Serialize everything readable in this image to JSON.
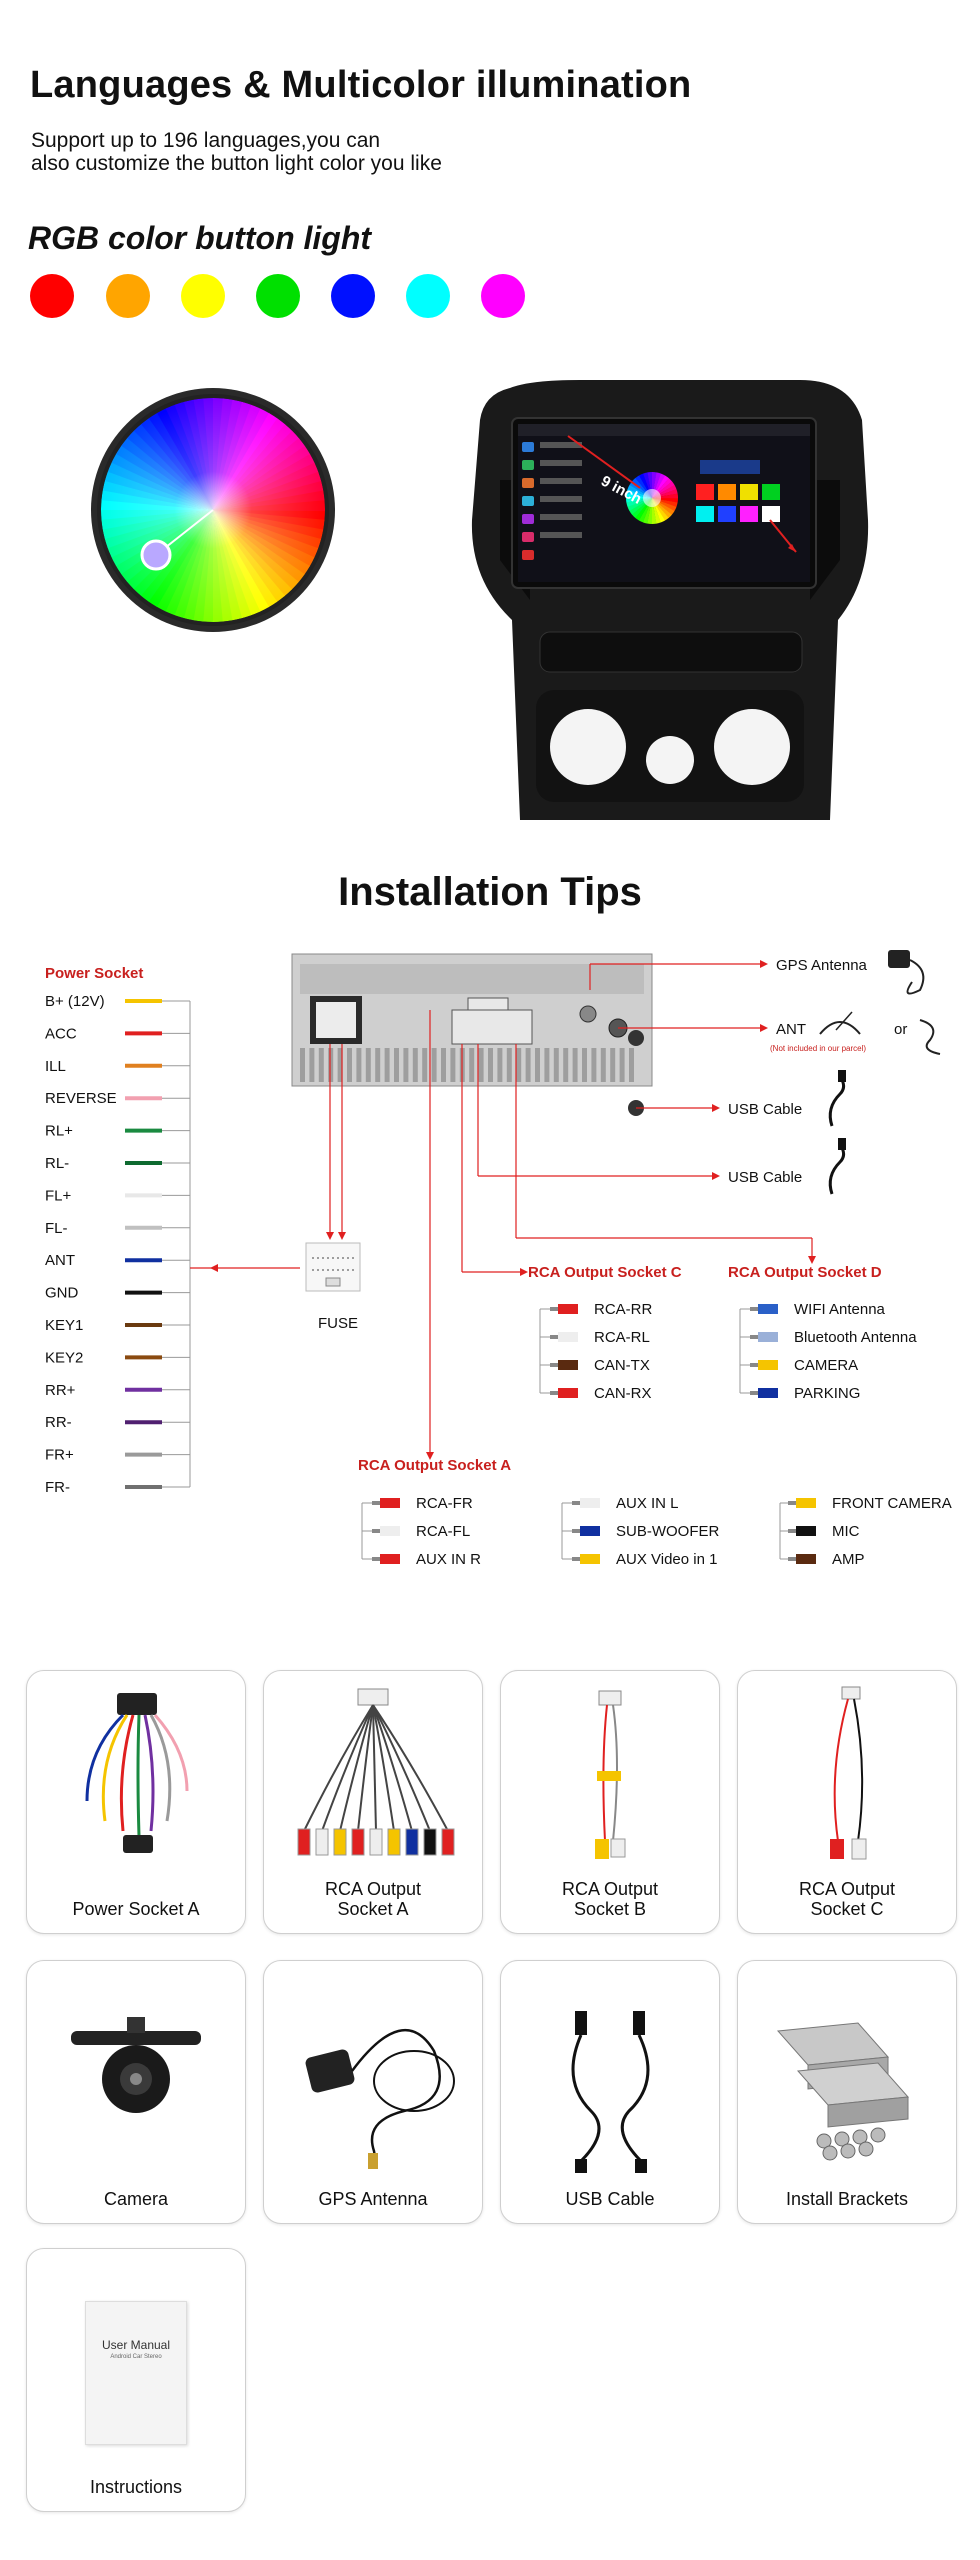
{
  "header": {
    "title": "Languages & Multicolor illumination",
    "subtitle_line1": "Support up to 196 languages,you can",
    "subtitle_line2": "also customize the button light color you like",
    "rgb_title": "RGB color button light"
  },
  "color_dots": [
    "#ff0000",
    "#ffa500",
    "#ffff00",
    "#00e000",
    "#0010ff",
    "#00ffff",
    "#ff00ff"
  ],
  "unit": {
    "size_label": "9 inch"
  },
  "installation": {
    "title": "Installation Tips",
    "power_socket_title": "Power Socket",
    "power_wires": [
      {
        "label": "B+ (12V)",
        "color": "#f5c400"
      },
      {
        "label": "ACC",
        "color": "#e02020"
      },
      {
        "label": "ILL",
        "color": "#e08020"
      },
      {
        "label": "REVERSE",
        "color": "#f2a0b0"
      },
      {
        "label": "RL+",
        "color": "#1a8a40"
      },
      {
        "label": "RL-",
        "color": "#0e6a30"
      },
      {
        "label": "FL+",
        "color": "#e8e8e8"
      },
      {
        "label": "FL-",
        "color": "#c0c0c0"
      },
      {
        "label": "ANT",
        "color": "#1030a0"
      },
      {
        "label": "GND",
        "color": "#111111"
      },
      {
        "label": "KEY1",
        "color": "#6a3a10"
      },
      {
        "label": "KEY2",
        "color": "#8a4a10"
      },
      {
        "label": "RR+",
        "color": "#7030a0"
      },
      {
        "label": "RR-",
        "color": "#502070"
      },
      {
        "label": "FR+",
        "color": "#9a9a9a"
      },
      {
        "label": "FR-",
        "color": "#707070"
      }
    ],
    "gps_antenna": "GPS Antenna",
    "ant": "ANT",
    "ant_note": "(Not included in our parcel)",
    "or": "or",
    "usb_cable_1": "USB  Cable",
    "usb_cable_2": "USB  Cable",
    "fuse": "FUSE",
    "socket_c": {
      "title": "RCA Output Socket C",
      "items": [
        "RCA-RR",
        "RCA-RL",
        "CAN-TX",
        "CAN-RX"
      ]
    },
    "socket_d": {
      "title": "RCA Output Socket D",
      "items": [
        "WIFI Antenna",
        "Bluetooth Antenna",
        "CAMERA",
        "PARKING"
      ]
    },
    "socket_a": {
      "title": "RCA Output Socket A",
      "col1": [
        "RCA-FR",
        "RCA-FL",
        "AUX IN R"
      ],
      "col2": [
        "AUX IN L",
        "SUB-WOOFER",
        "AUX Video in 1"
      ],
      "col3": [
        "FRONT CAMERA",
        "MIC",
        "AMP"
      ]
    }
  },
  "accessories": [
    {
      "label_line1": "Power Socket A",
      "label_line2": ""
    },
    {
      "label_line1": "RCA Output",
      "label_line2": "Socket A"
    },
    {
      "label_line1": "RCA Output",
      "label_line2": "Socket B"
    },
    {
      "label_line1": "RCA Output",
      "label_line2": "Socket C"
    },
    {
      "label_line1": "Camera",
      "label_line2": ""
    },
    {
      "label_line1": "GPS Antenna",
      "label_line2": ""
    },
    {
      "label_line1": "USB Cable",
      "label_line2": ""
    },
    {
      "label_line1": "Install Brackets",
      "label_line2": ""
    },
    {
      "label_line1": "Instructions",
      "label_line2": ""
    }
  ],
  "manual": {
    "title": "User Manual",
    "subtitle": "Android Car Stereo"
  }
}
